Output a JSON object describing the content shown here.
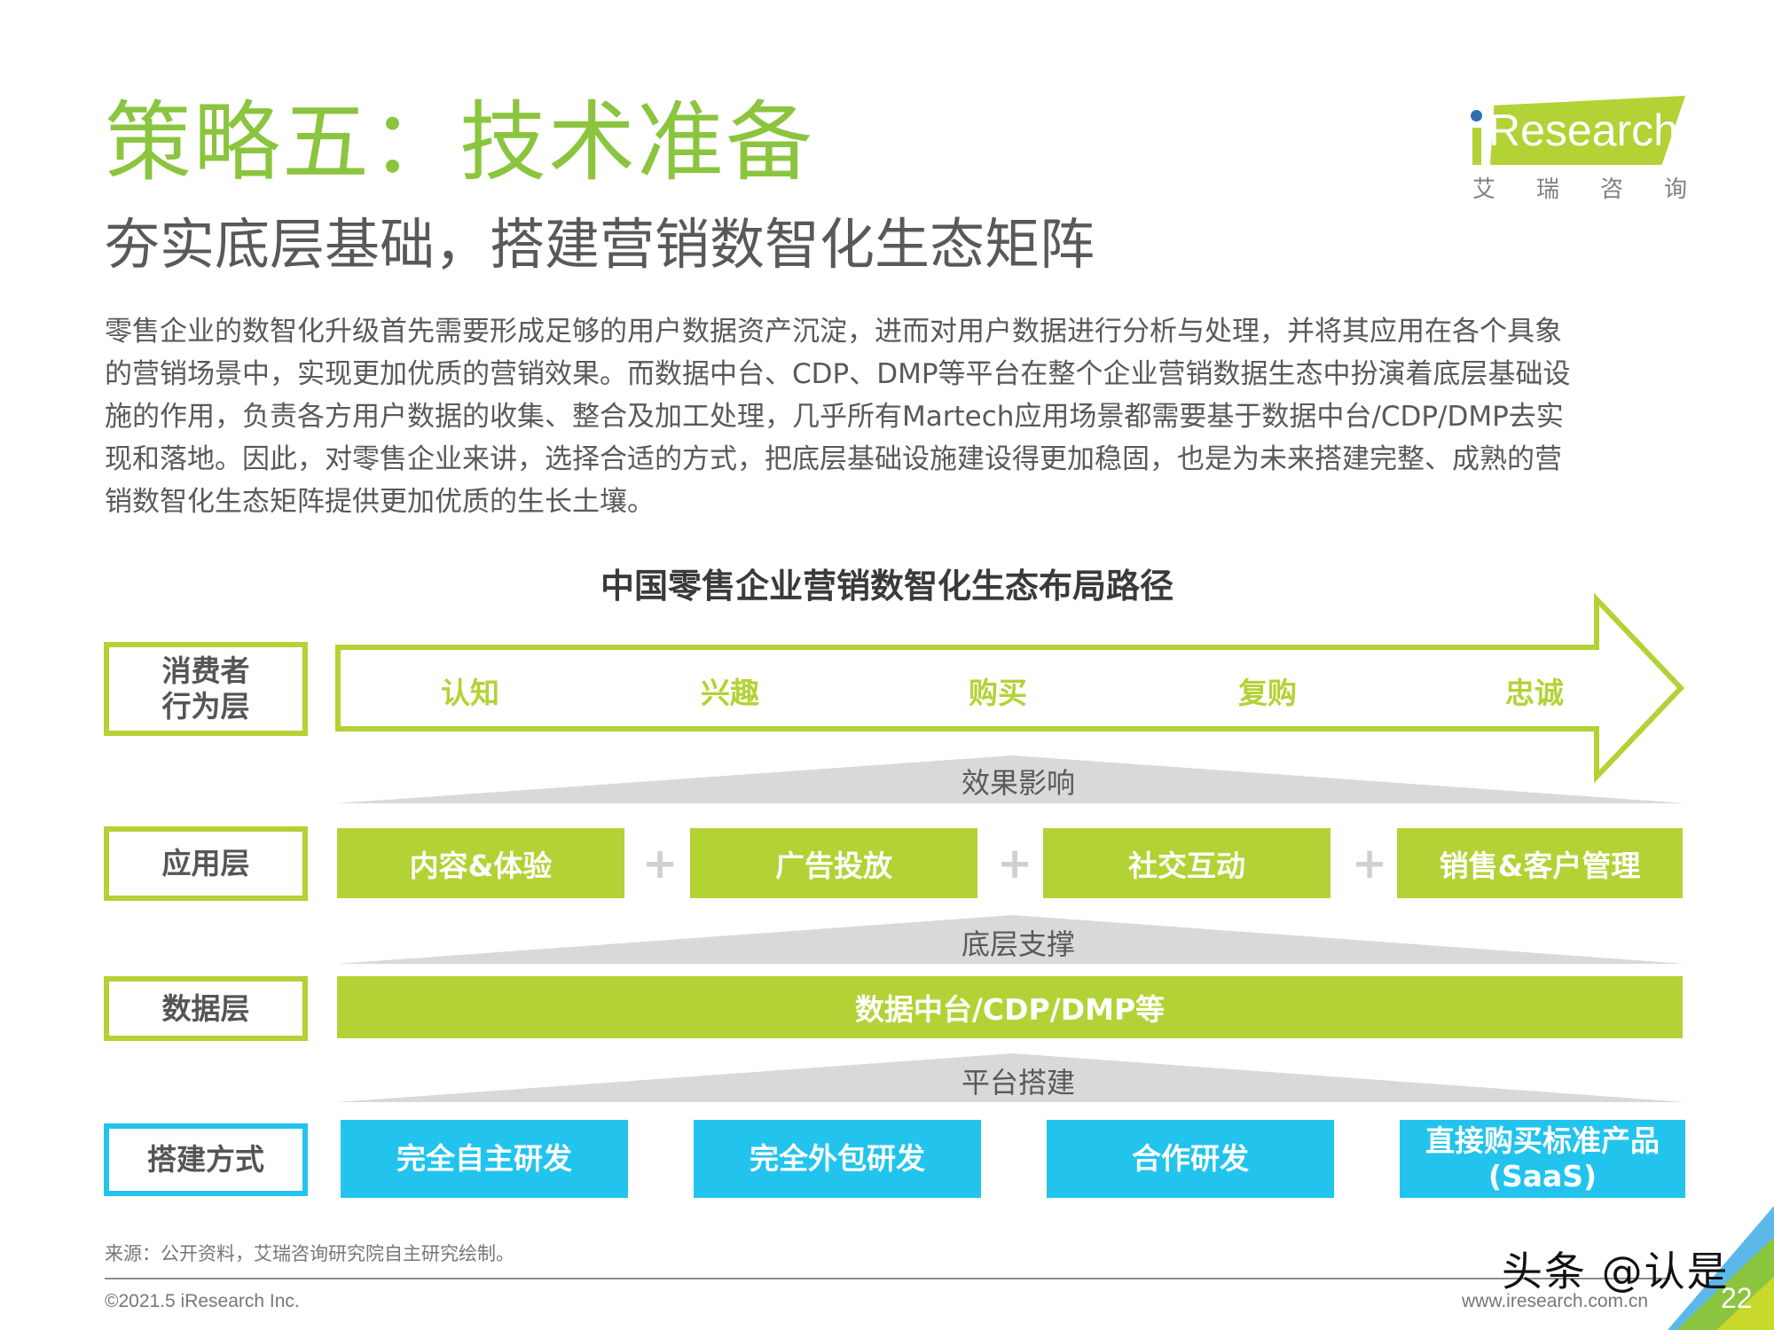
{
  "header": {
    "title": "策略五：技术准备",
    "subtitle": "夯实底层基础，搭建营销数智化生态矩阵"
  },
  "logo": {
    "brand": "Research",
    "brand_prefix": "i",
    "cn_chars": [
      "艾",
      "瑞",
      "咨",
      "询"
    ]
  },
  "intro": {
    "lines": [
      "零售企业的数智化升级首先需要形成足够的用户数据资产沉淀，进而对用户数据进行分析与处理，并将其应用在各个具象",
      "的营销场景中，实现更加优质的营销效果。而数据中台、CDP、DMP等平台在整个企业营销数据生态中扮演着底层基础设",
      "施的作用，负责各方用户数据的收集、整合及加工处理，几乎所有Martech应用场景都需要基于数据中台/CDP/DMP去实",
      "现和落地。因此，对零售企业来讲，选择合适的方式，把底层基础设施建设得更加稳固，也是为未来搭建完整、成熟的营",
      "销数智化生态矩阵提供更加优质的生长土壤。"
    ]
  },
  "diagram": {
    "title": "中国零售企业营销数智化生态布局路径",
    "colors": {
      "green": "#B3D235",
      "blue": "#22C4EE",
      "gray_triangle": "#D9D9D9",
      "title_green": "#8BC53F"
    },
    "layers": {
      "consumer": {
        "label_line1": "消费者",
        "label_line2": "行为层",
        "stages": [
          "认知",
          "兴趣",
          "购买",
          "复购",
          "忠诚"
        ]
      },
      "effect_label": "效果影响",
      "application": {
        "label": "应用层",
        "items": [
          "内容&体验",
          "广告投放",
          "社交互动",
          "销售&客户管理"
        ],
        "separator": "+"
      },
      "support_label": "底层支撑",
      "data": {
        "label": "数据层",
        "item": "数据中台/CDP/DMP等"
      },
      "platform_label": "平台搭建",
      "build": {
        "label": "搭建方式",
        "items": [
          {
            "line1": "完全自主研发",
            "line2": ""
          },
          {
            "line1": "完全外包研发",
            "line2": ""
          },
          {
            "line1": "合作研发",
            "line2": ""
          },
          {
            "line1": "直接购买标准产品",
            "line2": "(SaaS)"
          }
        ]
      }
    }
  },
  "footer": {
    "source": "来源：公开资料，艾瑞咨询研究院自主研究绘制。",
    "copyright": "©2021.5 iResearch Inc.",
    "website": "www.iresearch.com.cn",
    "watermark": "头条 @认是",
    "page_number": "22"
  }
}
